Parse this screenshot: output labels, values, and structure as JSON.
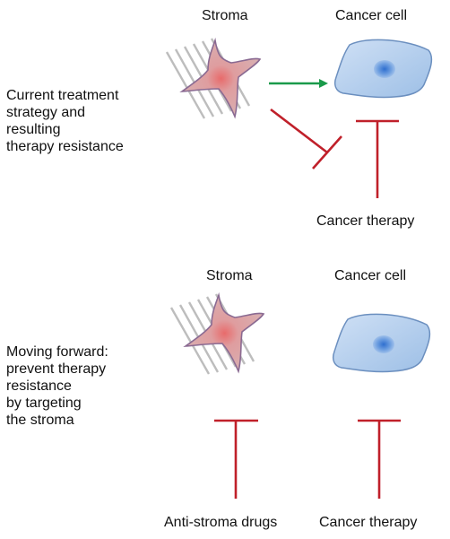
{
  "panel_top": {
    "stroma_label": "Stroma",
    "cancer_cell_label": "Cancer cell",
    "description": [
      "Current treatment",
      "strategy and",
      "resulting",
      "therapy resistance"
    ],
    "therapy_label": "Cancer therapy"
  },
  "panel_bottom": {
    "stroma_label": "Stroma",
    "cancer_cell_label": "Cancer cell",
    "description": [
      "Moving forward:",
      "prevent therapy",
      "resistance",
      "by targeting",
      "the stroma"
    ],
    "anti_stroma_label": "Anti-stroma drugs",
    "therapy_label": "Cancer therapy"
  },
  "colors": {
    "inhibition": "#c0202a",
    "activation": "#1a9a4a",
    "cell_fill": "#a9c8ea",
    "cell_stroke": "#6b8fbf",
    "stroma_fill": "#d7a6a8",
    "stroma_stroke": "#8a6a92",
    "fiber": "#bdbdbd"
  }
}
